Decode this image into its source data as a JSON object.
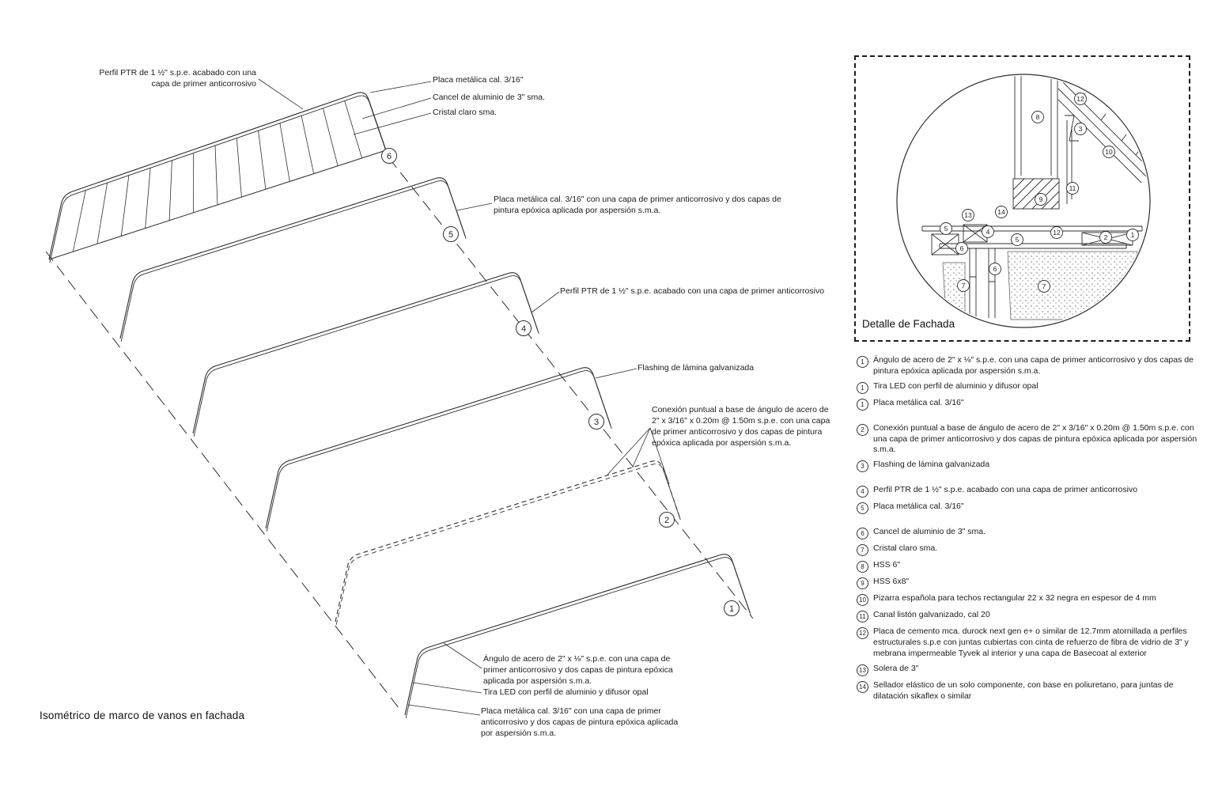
{
  "page": {
    "background": "#ffffff",
    "ink": "#1c1c1c",
    "line": "#2e2e2e"
  },
  "isometric": {
    "caption": "Isométrico de marco de vanos en fachada",
    "frame_numbers": [
      "1",
      "2",
      "3",
      "4",
      "5",
      "6"
    ],
    "labels": {
      "perfil_ptr_top": "Perfil PTR de 1 ½\" s.p.e. acabado con una capa de primer anticorrosivo",
      "placa_cal": "Placa metálica cal. 3/16\"",
      "cancel": "Cancel de aluminio de 3\" sma.",
      "cristal": "Cristal claro sma.",
      "placa_epoxica": "Placa metálica cal. 3/16\" con una capa de primer anticorrosivo y dos capas de pintura epóxica aplicada por aspersión s.m.a.",
      "perfil_ptr_mid": "Perfil PTR de 1 ½\" s.p.e. acabado con una capa de primer anticorrosivo",
      "flashing": "Flashing de lámina galvanizada",
      "conexion": "Conexión puntual a base de ángulo de acero de 2\" x 3/16\" x 0.20m @ 1.50m s.p.e. con una capa de primer anticorrosivo y dos capas de pintura epóxica aplicada por aspersión s.m.a.",
      "angulo": "Ángulo de acero de 2\" x ⅛\" s.p.e. con una capa de primer anticorrosivo y dos capas de pintura epóxica aplicada por aspersión s.m.a.",
      "tira_led": "Tira LED con perfil de aluminio y difusor opal",
      "placa_bottom": "Placa metálica cal. 3/16\" con una capa de primer anticorrosivo y dos capas de pintura epóxica aplicada por aspersión s.m.a."
    }
  },
  "detail": {
    "title": "Detalle de Fachada",
    "callouts": [
      "8",
      "12",
      "3",
      "10",
      "11",
      "9",
      "14",
      "13",
      "5",
      "4",
      "5",
      "12",
      "2",
      "1",
      "6",
      "6",
      "7",
      "7"
    ]
  },
  "legend": {
    "items": [
      {
        "num": "1",
        "text": "Ángulo de acero de 2\" x ⅛\" s.p.e. con una capa de primer anticorrosivo y dos capas de pintura epóxica aplicada por aspersión s.m.a."
      },
      {
        "num": "1",
        "text": "Tira LED con perfil de aluminio y difusor opal"
      },
      {
        "num": "1",
        "text": "Placa metálica cal. 3/16\""
      },
      {
        "num": "2",
        "text": "Conexión puntual a base de ángulo de acero de 2\" x 3/16\" x 0.20m @ 1.50m s.p.e. con una capa de primer anticorrosivo y dos capas de pintura epóxica aplicada por aspersión s.m.a."
      },
      {
        "num": "3",
        "text": "Flashing de lámina galvanizada"
      },
      {
        "num": "4",
        "text": "Perfil PTR de 1 ½\" s.p.e. acabado con una capa de primer anticorrosivo"
      },
      {
        "num": "5",
        "text": "Placa metálica cal. 3/16\""
      },
      {
        "num": "6",
        "text": "Cancel de aluminio de 3\" sma."
      },
      {
        "num": "7",
        "text": "Cristal claro sma."
      },
      {
        "num": "8",
        "text": "HSS 6\""
      },
      {
        "num": "9",
        "text": "HSS 6x8\""
      },
      {
        "num": "10",
        "text": "Pizarra española para techos rectangular 22 x 32 negra en espesor de 4 mm"
      },
      {
        "num": "11",
        "text": "Canal listón galvanizado, cal 20"
      },
      {
        "num": "12",
        "text": "Placa de cemento mca. durock next gen e+ o similar de 12.7mm atornillada a perfiles estructurales s.p.e con juntas cubiertas con cinta de refuerzo de fibra de vidrio de 3\" y mebrana impermeable Tyvek al interior y una capa de Basecoat al exterior"
      },
      {
        "num": "13",
        "text": "Solera de 3\""
      },
      {
        "num": "14",
        "text": "Sellador elástico de un solo componente, con base en poliuretano, para juntas de dilatación sikaflex o similar"
      }
    ]
  }
}
